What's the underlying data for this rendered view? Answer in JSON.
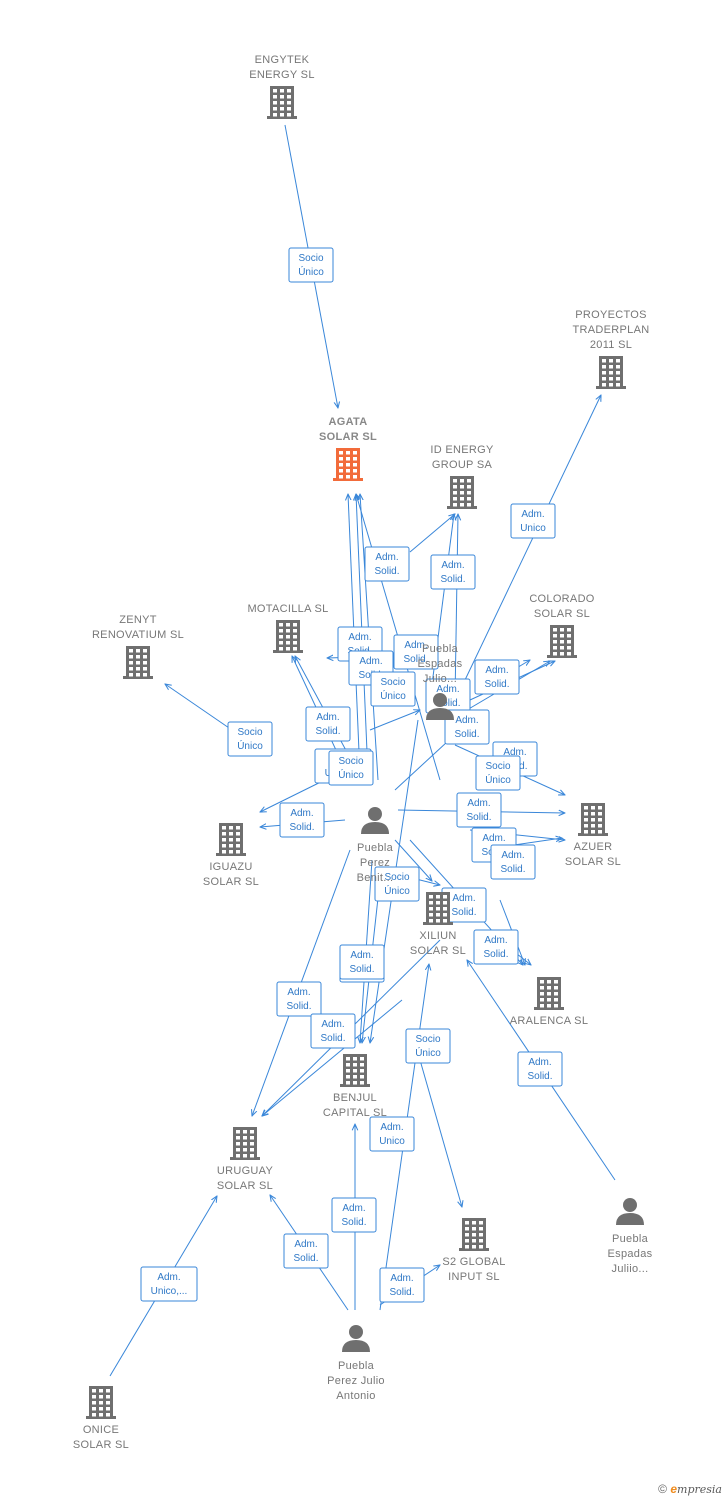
{
  "colors": {
    "edge": "#3a87d9",
    "company_icon": "#6f6f6f",
    "main_company_icon": "#f26b3a",
    "person_icon": "#6f6f6f",
    "label_text": "#777777"
  },
  "nodes": [
    {
      "id": "engytek",
      "kind": "company",
      "label": [
        "ENGYTEK",
        "ENERGY  SL"
      ]
    },
    {
      "id": "agata",
      "kind": "company-main",
      "label": [
        "AGATA",
        "SOLAR  SL"
      ]
    },
    {
      "id": "proyectos",
      "kind": "company",
      "label": [
        "PROYECTOS",
        "TRADERPLAN",
        "2011 SL"
      ]
    },
    {
      "id": "idenergy",
      "kind": "company",
      "label": [
        "ID ENERGY",
        "GROUP SA"
      ]
    },
    {
      "id": "zenyt",
      "kind": "company",
      "label": [
        "ZENYT",
        "RENOVATIUM SL"
      ]
    },
    {
      "id": "motacilla",
      "kind": "company",
      "label": [
        "MOTACILLA SL"
      ]
    },
    {
      "id": "colorado",
      "kind": "company",
      "label": [
        "COLORADO",
        "SOLAR  SL"
      ]
    },
    {
      "id": "pueblaespadas1",
      "kind": "person",
      "label": [
        "Puebla",
        "Espadas",
        "Julio..."
      ]
    },
    {
      "id": "iguazu",
      "kind": "company",
      "label": [
        "IGUAZU",
        "SOLAR  SL"
      ]
    },
    {
      "id": "pueblaperezbenito",
      "kind": "person",
      "label": [
        "Puebla",
        "Perez",
        "Benit..."
      ]
    },
    {
      "id": "azuer",
      "kind": "company",
      "label": [
        "AZUER",
        "SOLAR  SL"
      ]
    },
    {
      "id": "xiliun",
      "kind": "company",
      "label": [
        "XILIUN",
        "SOLAR  SL"
      ]
    },
    {
      "id": "aralenca",
      "kind": "company",
      "label": [
        "ARALENCA SL"
      ]
    },
    {
      "id": "benjul",
      "kind": "company",
      "label": [
        "BENJUL",
        "CAPITAL  SL"
      ]
    },
    {
      "id": "uruguay",
      "kind": "company",
      "label": [
        "URUGUAY",
        "SOLAR  SL"
      ]
    },
    {
      "id": "s2global",
      "kind": "company",
      "label": [
        "S2 GLOBAL",
        "INPUT  SL"
      ]
    },
    {
      "id": "pueblaespadas2",
      "kind": "person",
      "label": [
        "Puebla",
        "Espadas",
        "Juliio..."
      ]
    },
    {
      "id": "pueblaperezjulio",
      "kind": "person",
      "label": [
        "Puebla",
        "Perez Julio",
        "Antonio"
      ]
    },
    {
      "id": "onice",
      "kind": "company",
      "label": [
        "ONICE",
        "SOLAR  SL"
      ]
    }
  ],
  "edge_labels": [
    [
      "Socio",
      "Único"
    ],
    [
      "Adm.",
      "Unico"
    ],
    [
      "Adm.",
      "Solid."
    ],
    [
      "Adm.",
      "Solid."
    ],
    [
      "Adm.",
      "Solid."
    ],
    [
      "Adm.",
      "Solid."
    ],
    [
      "Adm.",
      "Solid."
    ],
    [
      "Adm.",
      "Solid."
    ],
    [
      "Socio",
      "Único"
    ],
    [
      "Adm.",
      "Solid."
    ],
    [
      "Socio",
      "Único"
    ],
    [
      "Adm.",
      "Solid."
    ],
    [
      "Adm.",
      "Unico,..."
    ],
    [
      "Adm.",
      "Solid."
    ],
    [
      "Adm.",
      "Solid."
    ],
    [
      "Adm.",
      "Solid."
    ],
    [
      "Socio",
      "Único"
    ],
    [
      "Adm.",
      "Solid."
    ],
    [
      "Adm.",
      "Solid."
    ],
    [
      "Adm.",
      "Solid."
    ],
    [
      "Socio",
      "Único"
    ],
    [
      "Adm.",
      "Solid."
    ],
    [
      "Adm.",
      "Solid."
    ],
    [
      "Socio",
      "Único"
    ],
    [
      "Adm.",
      "Solid."
    ],
    [
      "Adm.",
      "Solid."
    ],
    [
      "Socio",
      "Único"
    ],
    [
      "Adm.",
      "Unico"
    ],
    [
      "Adm.",
      "Solid."
    ],
    [
      "Adm.",
      "Solid."
    ],
    [
      "Adm.",
      "Solid."
    ],
    [
      "Adm.",
      "Solid."
    ],
    [
      "Adm.",
      "Unico,..."
    ],
    [
      "Socio",
      "Único"
    ],
    [
      "Adm.",
      "Solid."
    ]
  ],
  "footer": {
    "copyright": "©",
    "brand_e": "e",
    "brand_rest": "mpresia"
  }
}
